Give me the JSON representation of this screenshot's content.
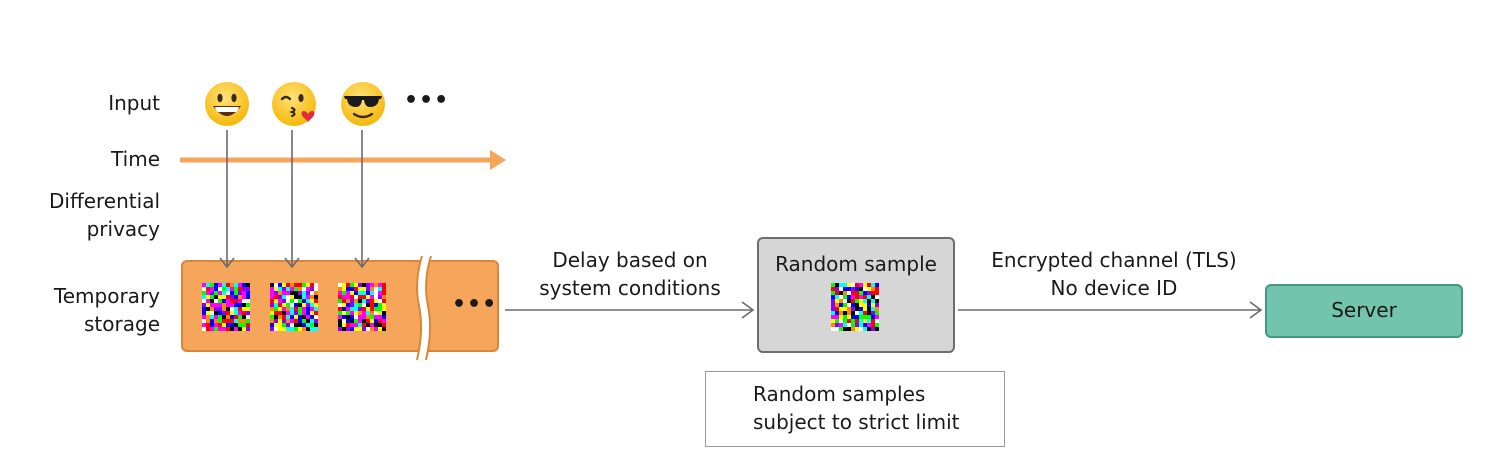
{
  "labels": {
    "input": "Input",
    "time": "Time",
    "differential_privacy_line1": "Differential",
    "differential_privacy_line2": "privacy",
    "temporary_storage_line1": "Temporary",
    "temporary_storage_line2": "storage"
  },
  "input_more": "•••",
  "storage_more": "•••",
  "delay_label_line1": "Delay based on",
  "delay_label_line2": "system conditions",
  "random_sample_title": "Random sample",
  "channel_label_line1": "Encrypted channel (TLS)",
  "channel_label_line2": "No device ID",
  "server_label": "Server",
  "note_line1": "Random samples",
  "note_line2": "subject to strict limit",
  "colors": {
    "storage_fill": "#f5a65b",
    "timeline": "#f5a65b",
    "sample_fill": "#d6d6d6",
    "server_fill": "#72c4aa",
    "arrow": "#6b6b6b"
  },
  "icons": [
    "grinning-face-icon",
    "kissing-heart-face-icon",
    "sunglasses-face-icon"
  ]
}
